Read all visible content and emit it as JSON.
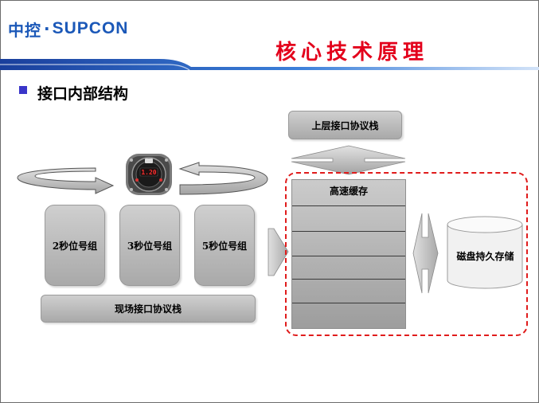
{
  "logo": {
    "cn": "中控",
    "dot": "·",
    "en": "SUPCON"
  },
  "title": "核心技术原理",
  "bullet": "接口内部结构",
  "diagram": {
    "upper_stack": "上层接口协议栈",
    "cache": "高速缓存",
    "disk": "磁盘持久存储",
    "groups": [
      "2秒位号组",
      "3秒位号组",
      "5秒位号组"
    ],
    "field_stack": "现场接口协议栈",
    "device_reading": "1.20"
  },
  "colors": {
    "logo_blue": "#1b58b8",
    "title_red": "#e3001b",
    "dashed_red": "#e01c1c",
    "bullet_blue": "#3a35c9"
  }
}
